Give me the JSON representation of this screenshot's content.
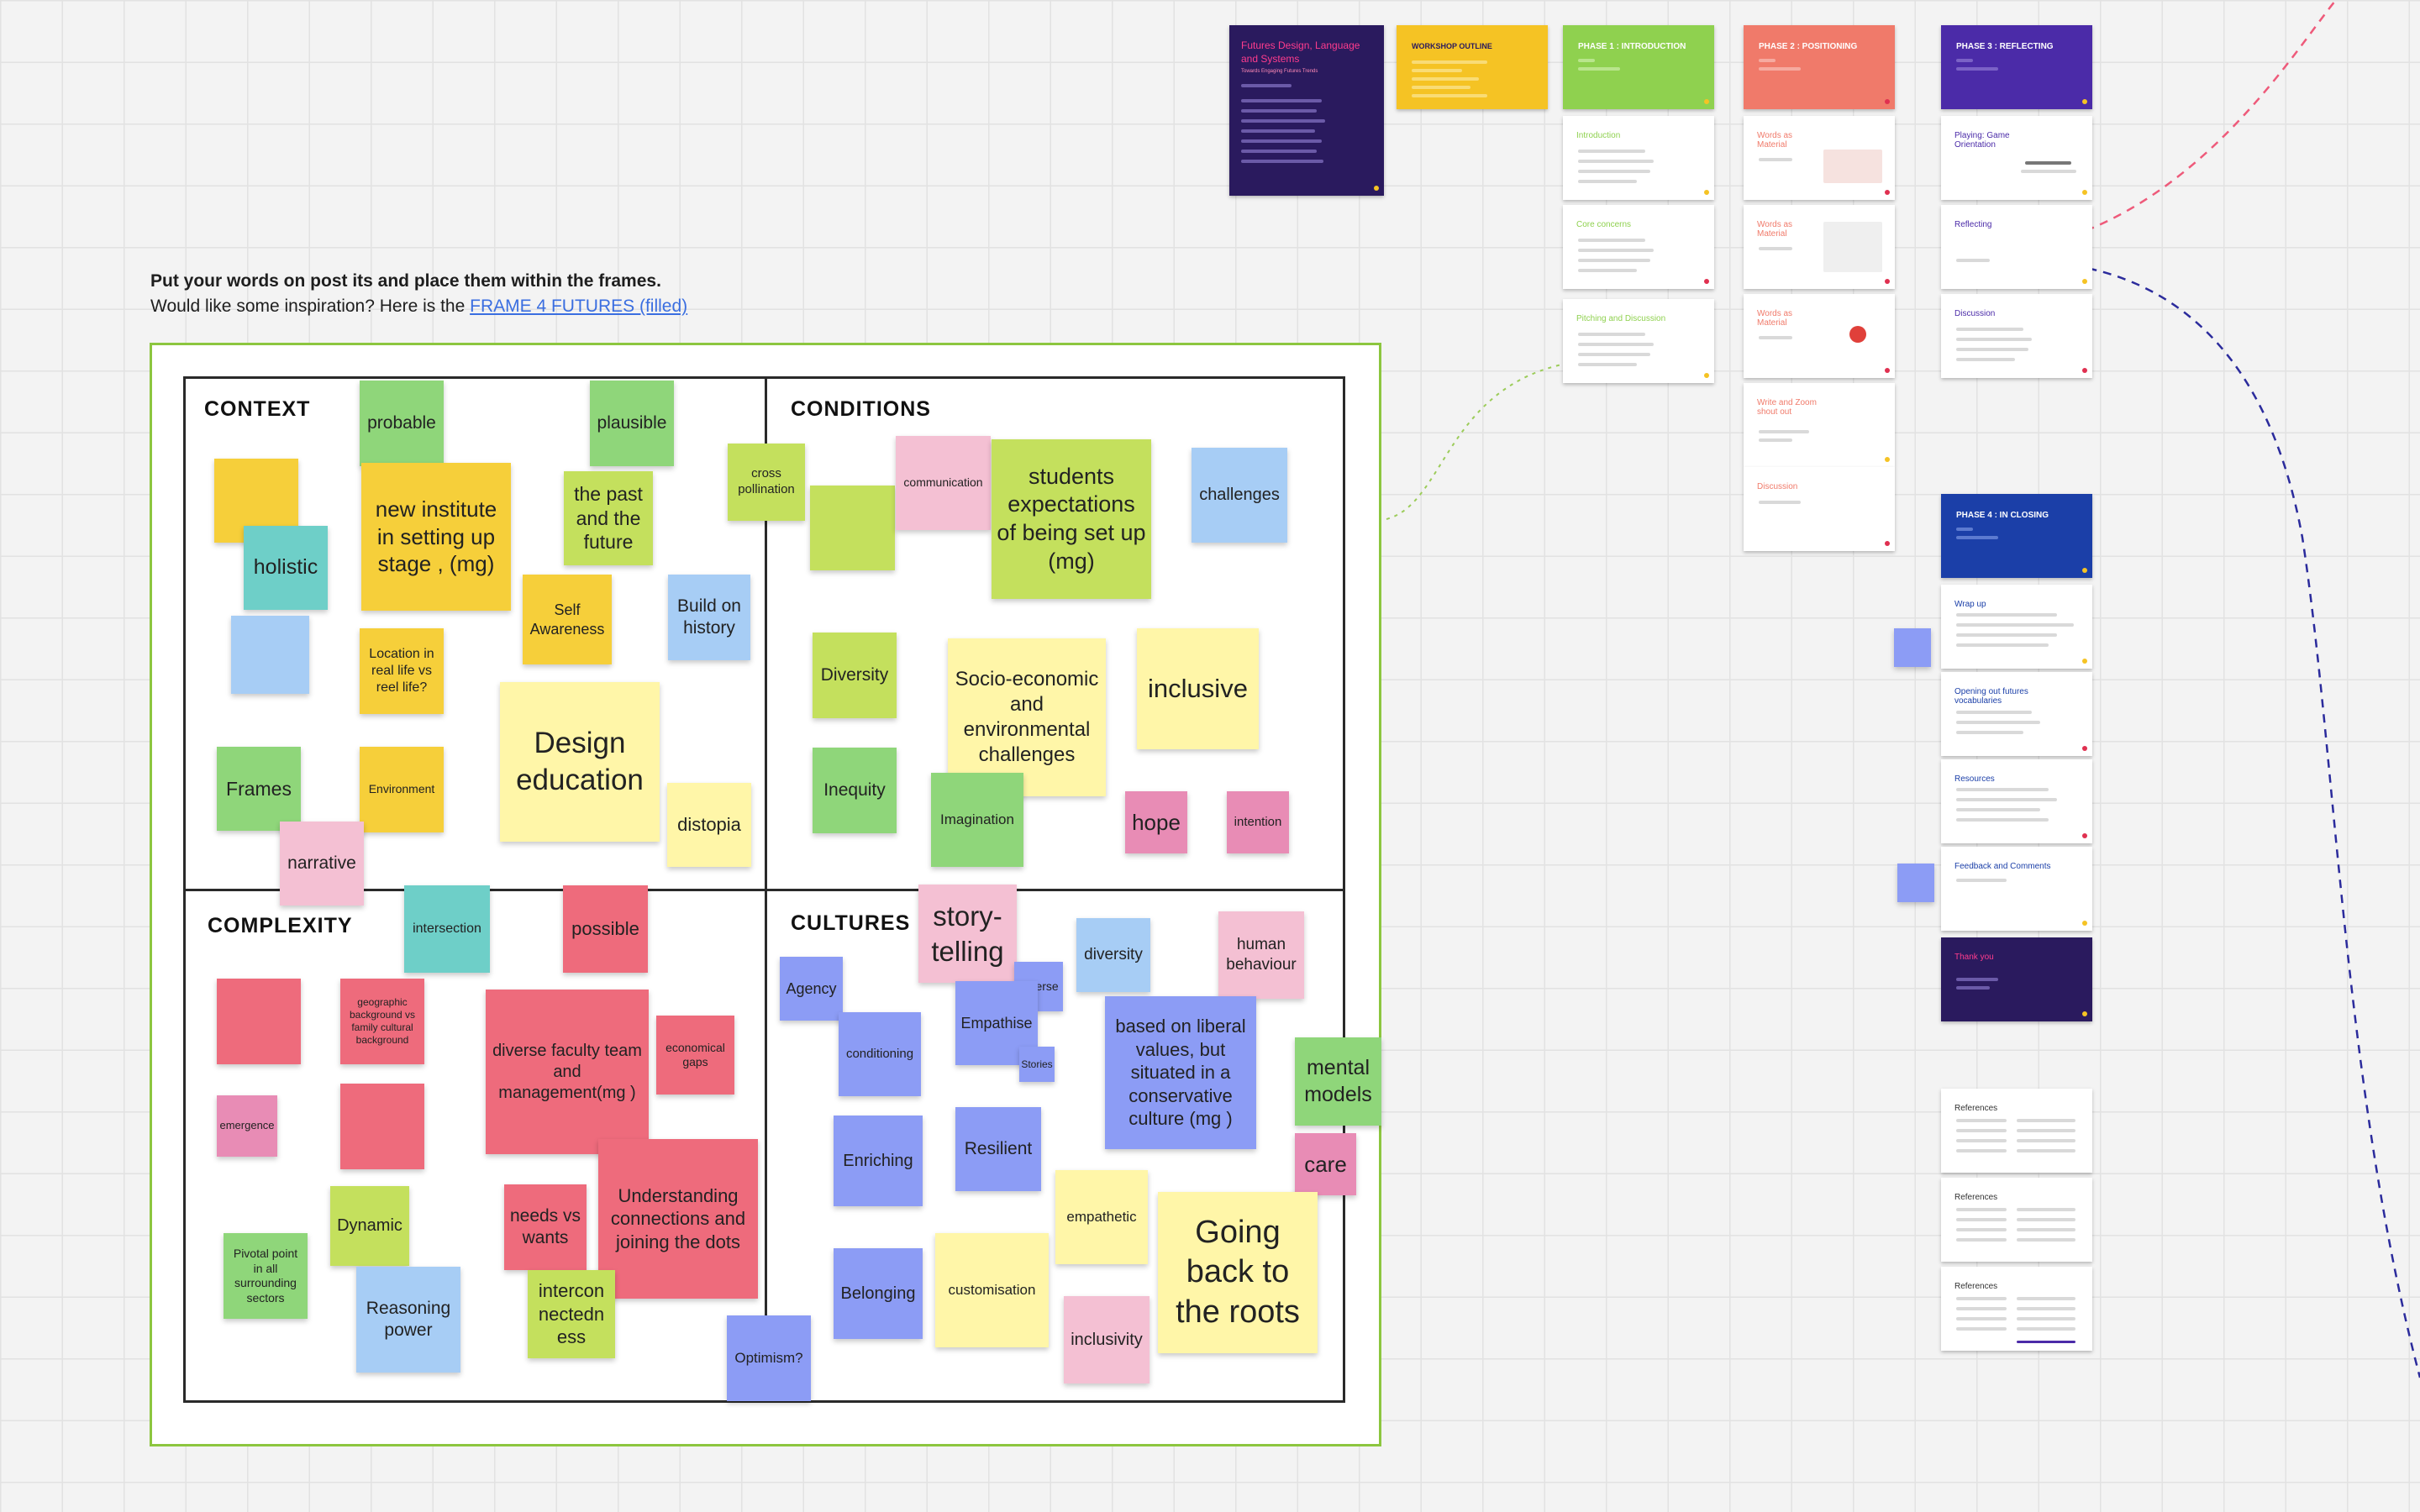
{
  "instructions": {
    "line1": "Put your words on post its and place them within the frames.",
    "line2_prefix": "Would like some inspiration? Here is the ",
    "link": "FRAME 4 FUTURES (filled)"
  },
  "quadrants": {
    "context": "CONTEXT",
    "conditions": "CONDITIONS",
    "complexity": "COMPLEXITY",
    "cultures": "CULTURES"
  },
  "notes": {
    "context": {
      "probable": "probable",
      "plausible": "plausible",
      "new_institute": "new institute in setting up stage , (mg)",
      "past_future": "the past and the future",
      "holistic": "holistic",
      "self_awareness": "Self Awareness",
      "build_history": "Build on history",
      "location": "Location in real life vs reel life?",
      "design_education": "Design education",
      "frames": "Frames",
      "environment": "Environment",
      "distopia": "distopia",
      "narrative": "narrative"
    },
    "conditions": {
      "cross_pollination": "cross pollination",
      "communication": "communication",
      "students": "students expectations of being set up (mg)",
      "challenges": "challenges",
      "diversity": "Diversity",
      "socio": "Socio-economic and environmental challenges",
      "inclusive": "inclusive",
      "inequity": "Inequity",
      "imagination": "Imagination",
      "hope": "hope",
      "intention": "intention"
    },
    "complexity": {
      "intersection": "intersection",
      "possible": "possible",
      "geographic": "geographic background vs family cultural background",
      "diverse_faculty": "diverse faculty team and management(mg )",
      "economical": "economical gaps",
      "emergence": "emergence",
      "needs": "needs vs wants",
      "understanding": "Understanding connections and joining the dots",
      "dynamic": "Dynamic",
      "pivotal": "Pivotal point in all surrounding sectors",
      "reasoning": "Reasoning power",
      "interconnectedness": "intercon nectedn ess",
      "optimism": "Optimism?"
    },
    "cultures": {
      "storytelling": "story-telling",
      "agency": "Agency",
      "diverse": "Diverse",
      "empathise": "Empathise",
      "stories": "Stories",
      "conditioning": "conditioning",
      "diversity": "diversity",
      "human_behaviour": "human behaviour",
      "liberal": "based on liberal values, but situated in a conservative culture (mg )",
      "mental_models": "mental models",
      "care": "care",
      "enriching": "Enriching",
      "resilient": "Resilient",
      "empathetic": "empathetic",
      "going_back": "Going back to the roots",
      "belonging": "Belonging",
      "customisation": "customisation",
      "inclusivity": "inclusivity"
    }
  },
  "slides": {
    "title_card": {
      "title": "Futures Design, Language and Systems",
      "subtitle": "Towards Engaging Futures Trends"
    },
    "outline": "WORKSHOP OUTLINE",
    "phase1": {
      "header": "PHASE 1 : INTRODUCTION",
      "items": [
        "Introduction",
        "Core concerns",
        "Pitching and Discussion"
      ]
    },
    "phase2": {
      "header": "PHASE 2 : POSITIONING",
      "items": [
        "Words as Material",
        "Words as Material",
        "Words as Material",
        "Write and Zoom shout out",
        "Discussion"
      ]
    },
    "phase3": {
      "header": "PHASE 3 : REFLECTING",
      "items": [
        "Playing: Game Orientation",
        "Reflecting",
        "Discussion"
      ]
    },
    "phase4": {
      "header": "PHASE 4 : IN CLOSING",
      "items": [
        "Wrap up",
        "Opening out futures vocabularies",
        "Resources",
        "Feedback and Comments",
        "Thank you"
      ]
    },
    "references": [
      "References",
      "References",
      "References"
    ]
  },
  "colors": {
    "frame_border": "#8cc63f",
    "phase1": "#8fd14f",
    "phase2": "#f07a6a",
    "phase3": "#4b2ba8",
    "phase4": "#1b3fa8",
    "outline": "#f5c324",
    "title_card": "#2a1a5e",
    "link": "#3a6ee0"
  }
}
